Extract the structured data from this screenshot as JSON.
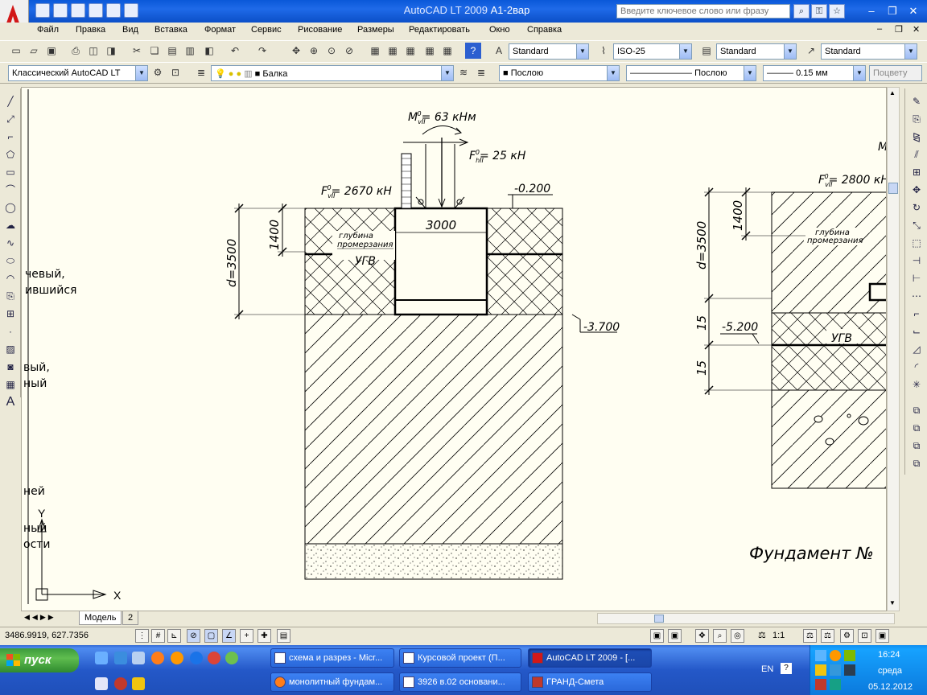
{
  "window": {
    "app_name": "AutoCAD LT 2009",
    "doc_name": "А1-2вар",
    "search_placeholder": "Введите ключевое слово или фразу"
  },
  "menu": [
    "Файл",
    "Правка",
    "Вид",
    "Вставка",
    "Формат",
    "Сервис",
    "Рисование",
    "Размеры",
    "Редактировать",
    "Окно",
    "Справка"
  ],
  "toolbar1": {
    "text_style": "Standard",
    "dim_style": "ISO-25",
    "table_style": "Standard",
    "mleader_style": "Standard"
  },
  "toolbar2": {
    "workspace": "Классический AutoCAD LT",
    "layer": "Балка",
    "color": "Послою",
    "linetype": "Послою",
    "lineweight": "0.15 мм",
    "plotstyle": "Поцвету"
  },
  "drawing": {
    "moment": "M",
    "moment_sub": "vII",
    "moment_sup": "0",
    "moment_val": "= 63 кНм",
    "force_h": "F",
    "force_h_sub": "hII",
    "force_h_sup": "0",
    "force_h_val": "= 25 кН",
    "force_v1": "F",
    "force_v1_sub": "vII",
    "force_v1_sup": "0",
    "force_v1_val": "= 2670 кН",
    "force_v2": "F",
    "force_v2_sub": "vII",
    "force_v2_sup": "0",
    "force_v2_val": "= 2800 кН",
    "level_top": "-0.200",
    "width": "3000",
    "depth1": "1400",
    "depth_total": "d=3500",
    "frost1": "глубина",
    "frost2": "промерзания",
    "ugv": "УГВ",
    "level_bottom": "-3.700",
    "depth2": "1400",
    "depth_total2": "d=3500",
    "dim15a": "15",
    "level_52": "-5.200",
    "dim15b": "15",
    "foundation_title": "Фундамент №",
    "left_texts": [
      "чевый,",
      "ившийся",
      "вый,",
      "ный",
      "ней",
      "ный",
      "ости"
    ],
    "ucs_x": "X",
    "ucs_y": "Y"
  },
  "tabs": [
    "Модель",
    "2"
  ],
  "status": {
    "coords": "3486.9919, 627.7356",
    "scale": "1:1"
  },
  "taskbar": {
    "start": "пуск",
    "tasks": [
      "схема и разрез - Micr...",
      "Курсовой проект (П...",
      "AutoCAD LT 2009 - [...",
      "монолитный фундам...",
      "3926 в.02 основани...",
      "ГРАНД-Смета"
    ],
    "lang": "EN",
    "time": "16:24",
    "day": "среда",
    "date": "05.12.2012"
  }
}
